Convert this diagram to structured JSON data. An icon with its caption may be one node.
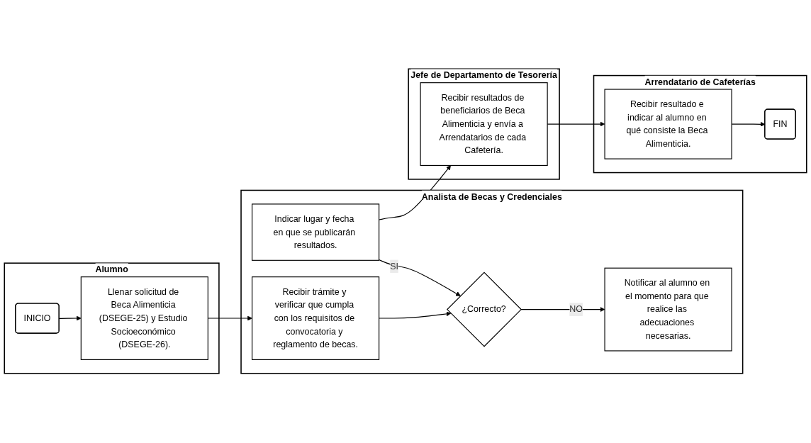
{
  "diagram": {
    "nodes": [
      {
        "text": [
          "Alumno"
        ]
      },
      {
        "text": [
          "INICIO"
        ],
        "in": 0
      },
      {
        "text": [
          "Llenar solicitud de Beca Alimenticia (DSEGE-25) y Estudio Socioeconómico (DSEGE-26)."
        ],
        "in": 0
      },
      {
        "text": [
          "Analista de Becas y Credenciales"
        ]
      },
      {
        "text": [
          "Recibir trámite y verificar que cumpla con los requisitos de convocatoria y reglamento de becas."
        ],
        "in": 3
      },
      {
        "text": [
          "¿Correcto?"
        ],
        "in": 3
      },
      {
        "text": [
          "Notificar al alumno en el momento para que realice las adecuaciones necesarias."
        ],
        "in": 3
      },
      {
        "text": [
          "Indicar lugar y fecha en que se publicarán resultados."
        ],
        "in": 3
      },
      {
        "text": [
          "Jefe de Departamento de Tesorería"
        ]
      },
      {
        "text": [
          "Recibir resultados de beneficiarios de Beca Alimenticia y envía a Arrendatarios de cada Cafetería."
        ],
        "in": 8
      },
      {
        "text": [
          "Arrendatario de Cafeterías"
        ]
      },
      {
        "text": [
          "FIN"
        ],
        "in": 10
      },
      {
        "text": [
          "Recibir resultado e indicar al alumno en qué consiste la Beca Alimenticia."
        ],
        "in": 10
      }
    ],
    "edges": [
      {
        "from": 1,
        "to": 2,
        "arrow": "to"
      },
      {
        "from": 2,
        "to": 4,
        "arrow": "to"
      },
      {
        "from": 4,
        "to": 5,
        "arrow": "to"
      },
      {
        "from": 5,
        "to": 6,
        "arrow": "to",
        "label": "NO"
      },
      {
        "from": 7,
        "to": 5,
        "arrow": "to",
        "label": "SI"
      },
      {
        "from": 7,
        "to": 9,
        "arrow": "to"
      },
      {
        "from": 9,
        "to": 12,
        "arrow": "to"
      },
      {
        "from": 12,
        "to": 11,
        "arrow": "to"
      }
    ]
  }
}
